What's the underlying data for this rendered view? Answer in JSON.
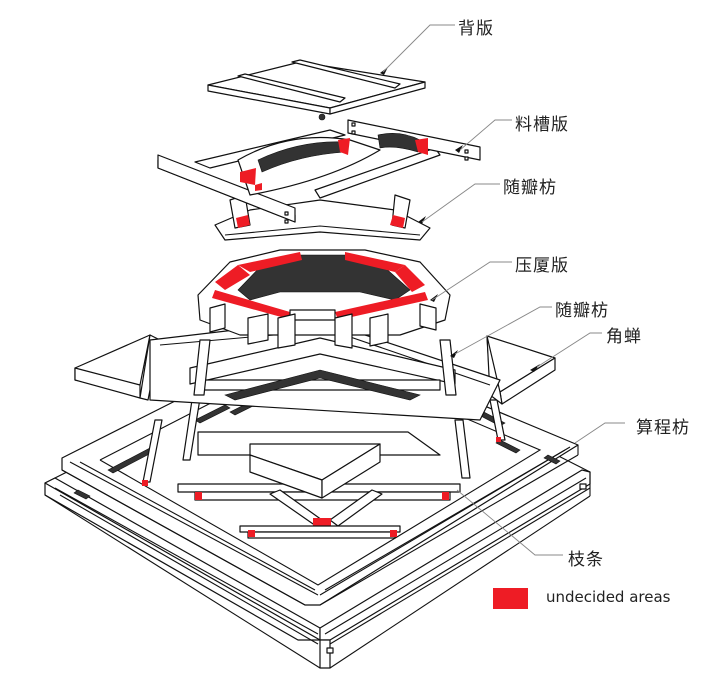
{
  "diagram": {
    "title": "Exploded view of caisson (藻井) components",
    "labels": [
      {
        "id": "beiban",
        "text": "背版"
      },
      {
        "id": "liaocaoban",
        "text": "料槽版"
      },
      {
        "id": "suibanfang-upper",
        "text": "随瓣枋"
      },
      {
        "id": "yashaban",
        "text": "压厦版"
      },
      {
        "id": "suibanfang-lower",
        "text": "随瓣枋"
      },
      {
        "id": "jiaochan",
        "text": "角蝉"
      },
      {
        "id": "suanchengfang",
        "text": "算程枋"
      },
      {
        "id": "zhitiao",
        "text": "枝条"
      }
    ],
    "legend": {
      "swatch_color": "#ee1c25",
      "text": "undecided areas"
    },
    "colors": {
      "highlight": "#ee1c25",
      "line": "#111111",
      "leader": "#888888"
    }
  }
}
